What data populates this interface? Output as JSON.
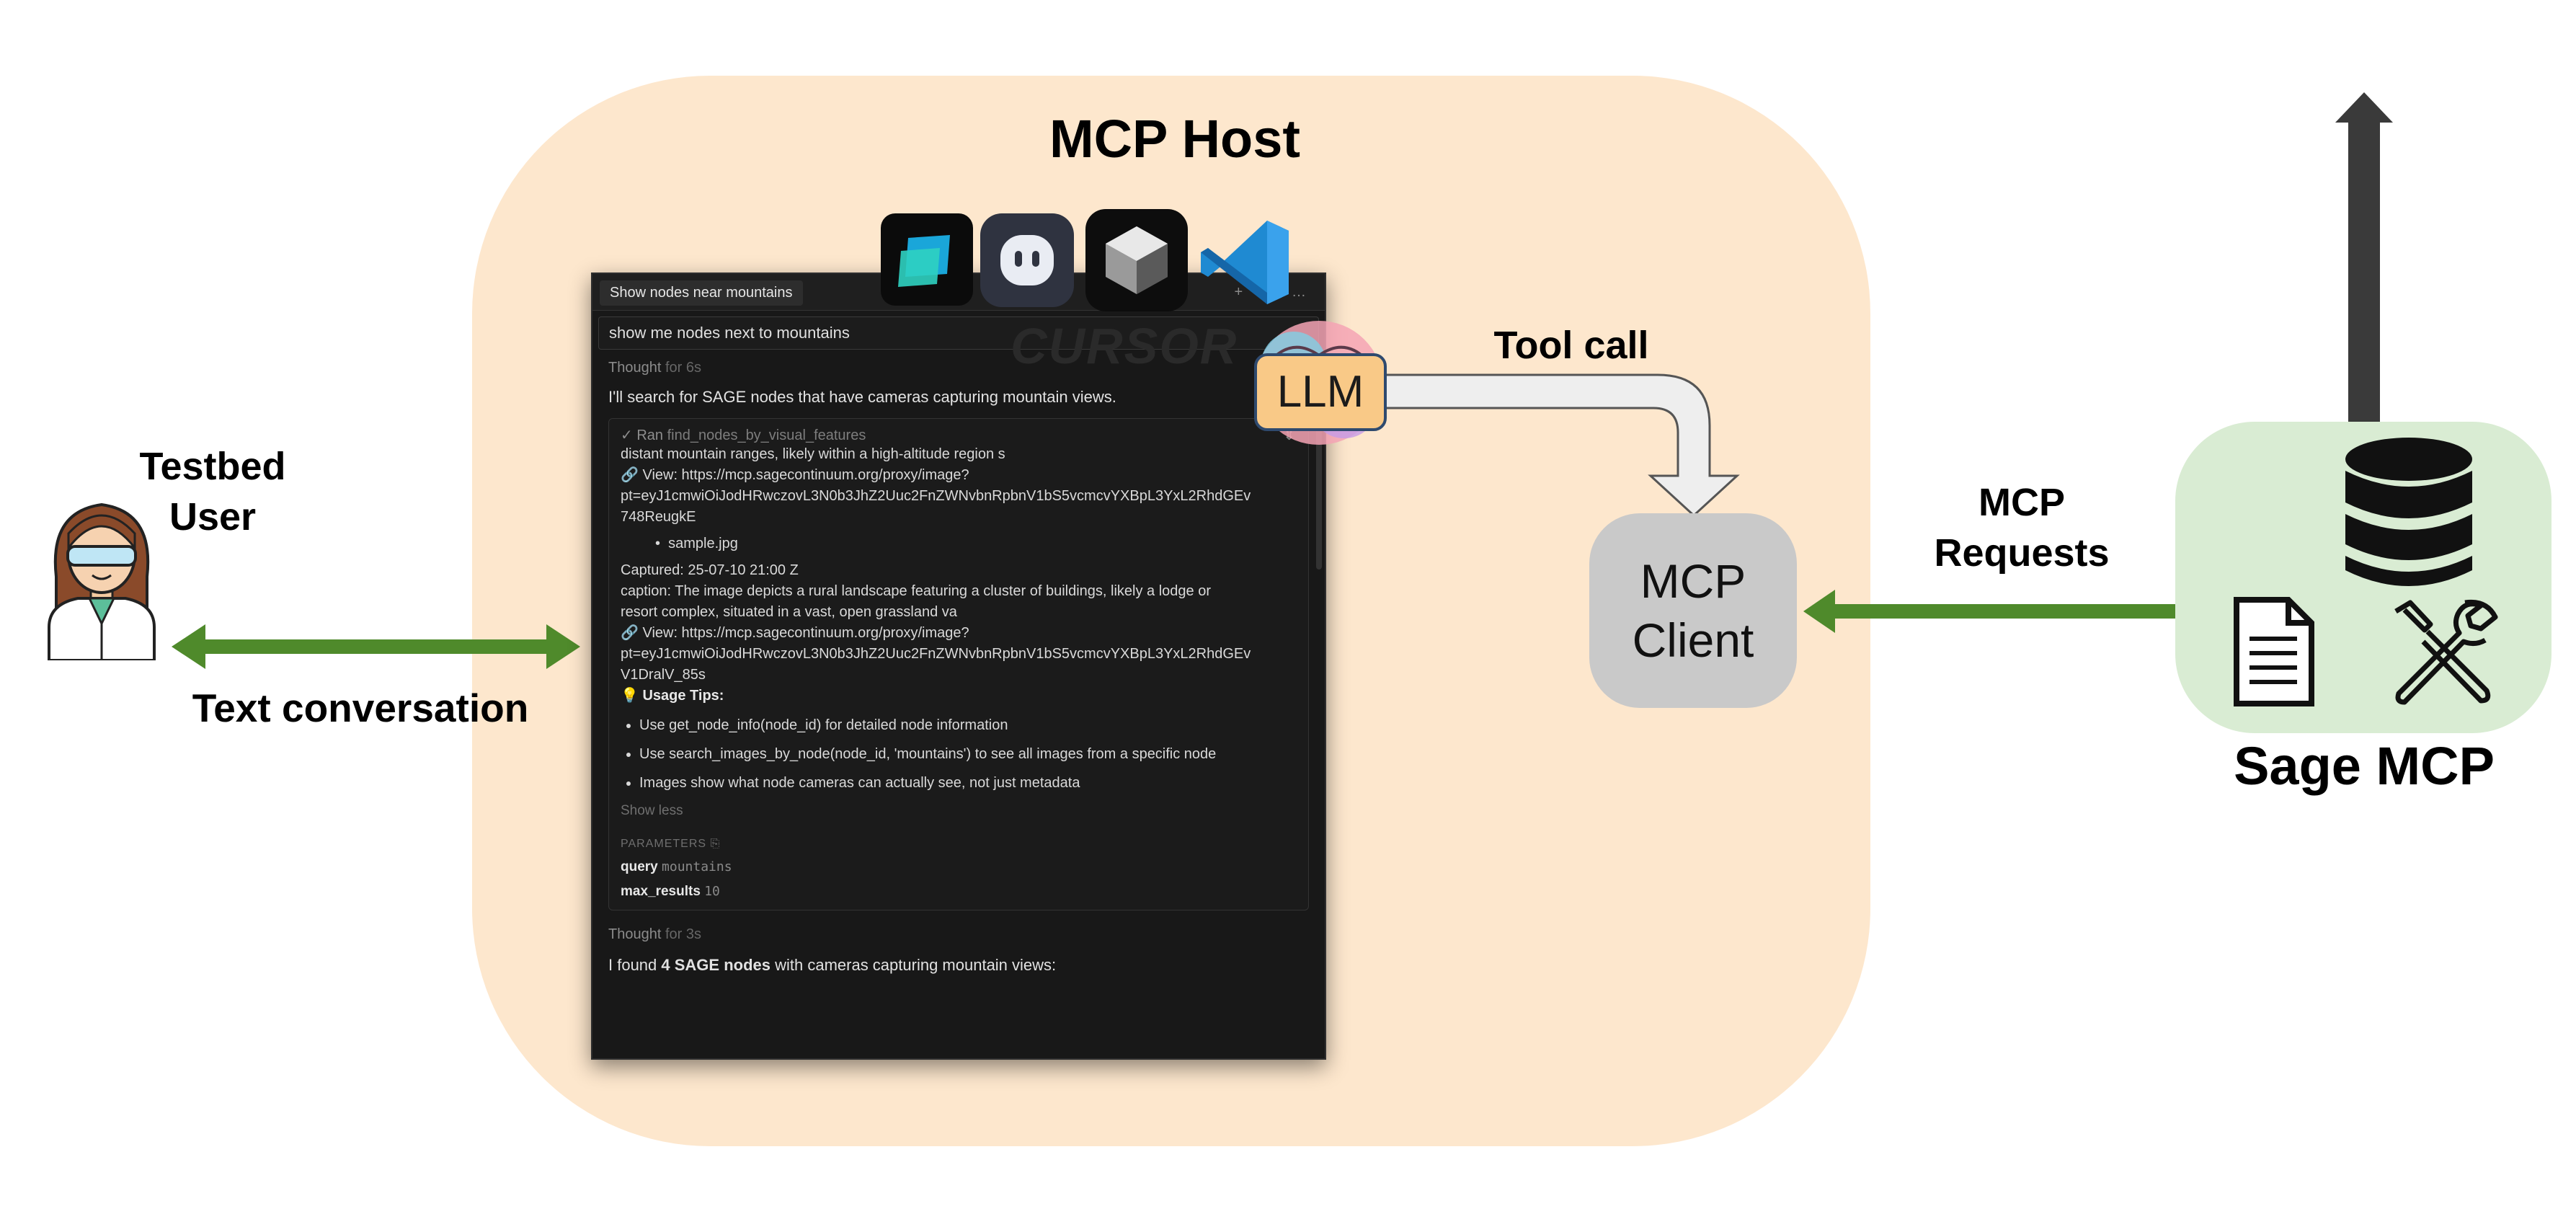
{
  "diagram": {
    "host_title": "MCP Host",
    "user_label": "Testbed\nUser",
    "conversation_label": "Text conversation",
    "tool_call_label": "Tool call",
    "llm_label": "LLM",
    "cursor_label": "CURSOR",
    "client_label": "MCP\nClient",
    "requests_label": "MCP\nRequests",
    "sage_label": "Sage MCP",
    "colors": {
      "host_bg": "#fde7cd",
      "sage_bg": "#d9ecd3",
      "arrow_green": "#4f8a2b",
      "client_gray": "#c9c9c9",
      "dark_arrow": "#3a3a3a"
    },
    "icons": [
      "scientist-user-icon",
      "windsurf-app-icon",
      "copilot-app-icon",
      "cursor-app-icon",
      "vscode-app-icon",
      "brain-icon",
      "document-icon",
      "database-icon",
      "tools-icon"
    ]
  },
  "chat": {
    "tab_title": "Show nodes near mountains",
    "tab_icons": "+ ↺ …",
    "query": "show me nodes next to mountains",
    "thought1_label": "Thought",
    "thought1_time": "for 6s",
    "intro": "I'll search for SAGE nodes that have cameras capturing mountain views.",
    "tool_ran_prefix": "✓  Ran",
    "tool_name": "find_nodes_by_visual_features",
    "lines": [
      "distant mountain ranges, likely within a high-altitude region s",
      "🔗 View: https://mcp.sagecontinuum.org/proxy/image?",
      "pt=eyJ1cmwiOiJodHRwczovL3N0b3JhZ2Uuc2FnZWNvbnRpbnV1bS5vcmcvYXBpL3YxL2RhdGEv",
      "748ReugkE"
    ],
    "sample_file": "•  sample.jpg",
    "lines2": [
      "Captured: 25-07-10 21:00 Z",
      "caption: The image depicts a rural landscape featuring a cluster of buildings, likely a lodge or",
      "resort complex, situated in a vast, open grassland va",
      "🔗 View: https://mcp.sagecontinuum.org/proxy/image?",
      "pt=eyJ1cmwiOiJodHRwczovL3N0b3JhZ2Uuc2FnZWNvbnRpbnV1bS5vcmcvYXBpL3YxL2RhdGEv",
      "V1DralV_85s"
    ],
    "tips_title": "💡 Usage Tips:",
    "tips": [
      "Use get_node_info(node_id) for detailed node information",
      "Use search_images_by_node(node_id, 'mountains') to see all images from a specific node",
      "Images show what node cameras can actually see, not just metadata"
    ],
    "show_less": "Show less",
    "params_label": "PARAMETERS",
    "param_query_key": "query",
    "param_query_val": "mountains",
    "param_max_key": "max_results",
    "param_max_val": "10",
    "thought2_label": "Thought",
    "thought2_time": "for 3s",
    "found_pre": "I found ",
    "found_bold": "4 SAGE nodes",
    "found_post": " with cameras capturing mountain views:"
  }
}
